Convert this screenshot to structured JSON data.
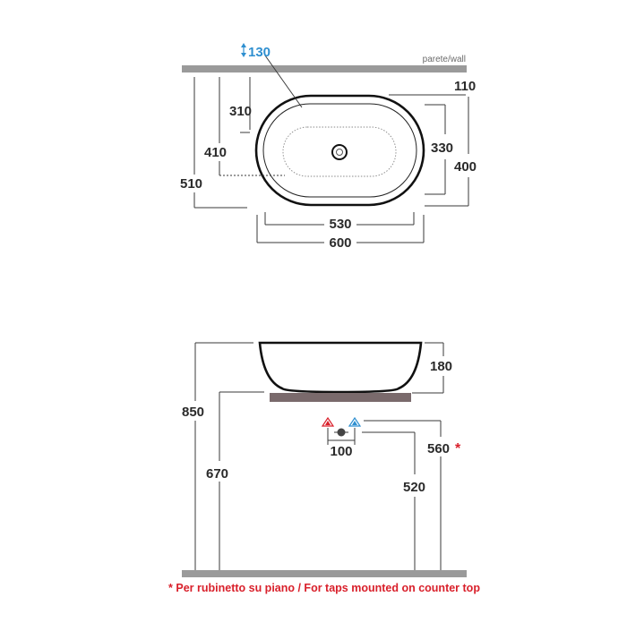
{
  "top_view": {
    "wall_label": "parete/wall",
    "dim_130": "130",
    "dim_110": "110",
    "dim_310": "310",
    "dim_410": "410",
    "dim_510": "510",
    "dim_330": "330",
    "dim_400": "400",
    "dim_530": "530",
    "dim_600": "600"
  },
  "side_view": {
    "dim_180": "180",
    "dim_850": "850",
    "dim_670": "670",
    "dim_100": "100",
    "dim_560": "560",
    "dim_560_marker": "*",
    "dim_520": "520"
  },
  "footnote": "* Per rubinetto su piano / For taps mounted on counter top",
  "colors": {
    "wall_bar": "#9a9a9a",
    "counter": "#7a6a6c",
    "accent_blue": "#2f8fd0",
    "accent_red": "#d9202b"
  }
}
